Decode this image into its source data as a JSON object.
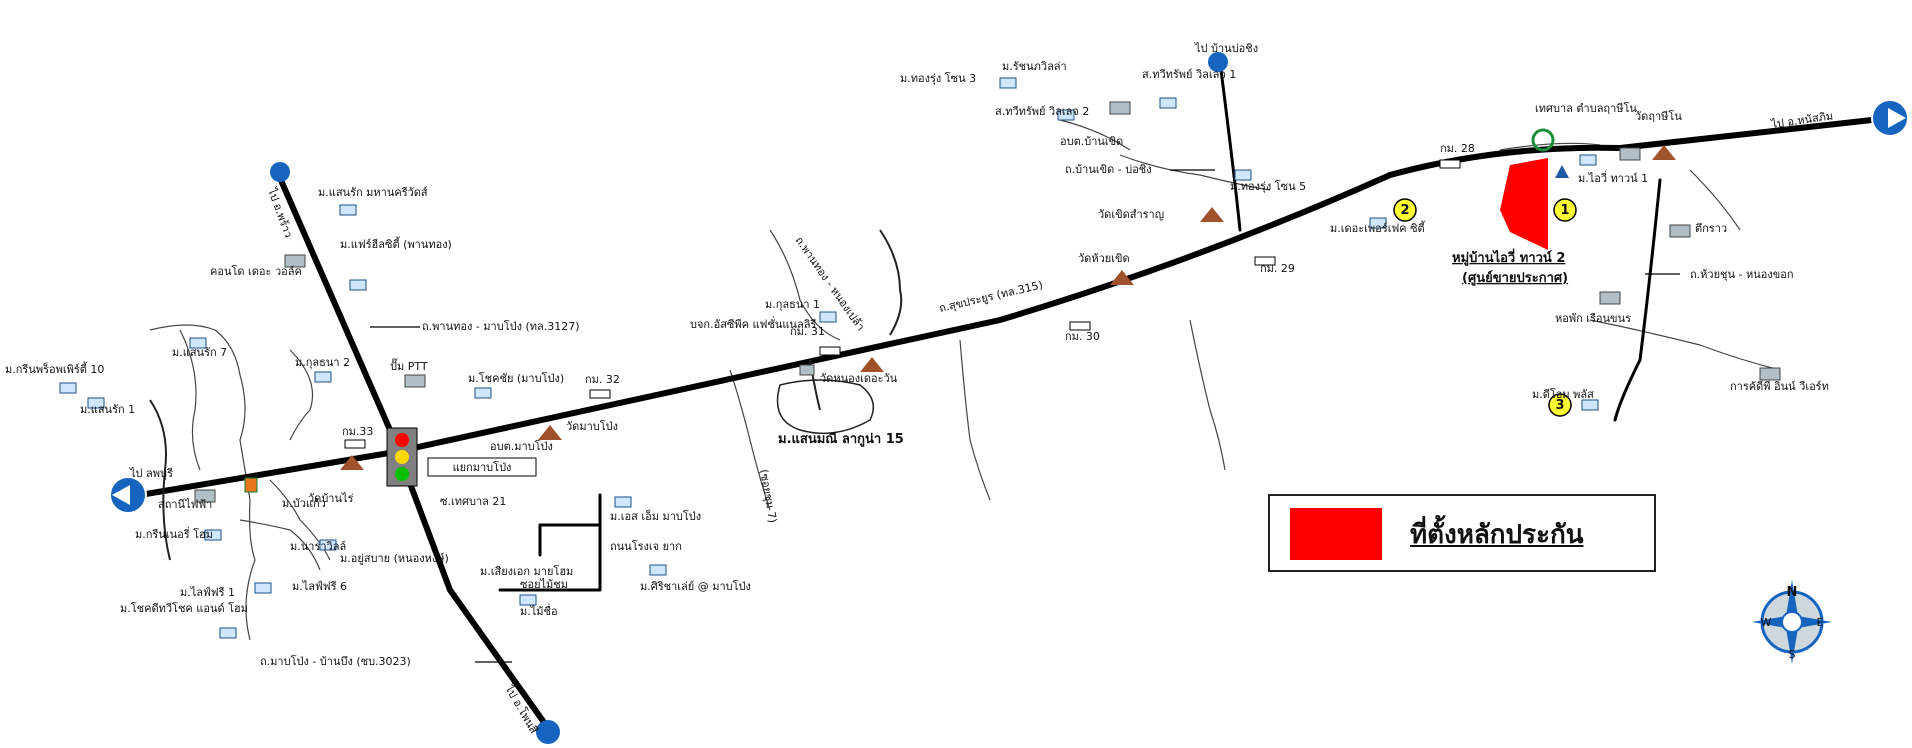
{
  "legend": {
    "label": "ที่ตั้งหลักประกัน",
    "color": "#ff0000"
  },
  "compass": {
    "n": "N",
    "s": "S",
    "e": "E",
    "w": "W"
  },
  "project": {
    "name": "หมู่บ้านไอวี่ ทาวน์ 2",
    "sub": "(ศูนย์ขายประกาศ)"
  },
  "colors": {
    "road": "#000000",
    "minor_road": "#444444",
    "marker": "#ff0000",
    "temple": "#a0522d"
  },
  "labels": {
    "dir_top_left": "ไป อ.พร้าว",
    "dir_top_right": "ไป อ.หนัสภิม",
    "dir_top_center": "ไป บ้านบ่อชิง",
    "dir_left": "ไป ลพบุรี",
    "dir_bottom": "ไป อ.โพนสี",
    "v_saenrak_mtv": "ม.แสนรัก มหานครีวัดส์",
    "v_pyd": "ม.แฟร์ฮีลซิตี้ (พานทอง)",
    "condo": "คอนโด เดอะ วอล์ค",
    "rd_3127": "ถ.พานทอง - มาบโป่ง (ทล.3127)",
    "v_saenrak7": "ม.แสนรัก 7",
    "v_green10": "ม.กรีนพร็อพเพิร์ตี้ 10",
    "v_saenrak1": "ม.แสนรัก 1",
    "v_kulthana2": "ม.กุลธนา 2",
    "pump_ptt": "ปั๊ม PTT",
    "km33": "กม.33",
    "v_chokchai": "ม.โชคชัย (มาบโป่ง)",
    "km32": "กม. 32",
    "tambon_mabpong": "อบต.มาบโป่ง",
    "wat_mabpong": "วัดมาบโป่ง",
    "mabpong_jn": "แยกมาบโป่ง",
    "station_rail": "สถานีไฟฟ้า",
    "v_green_home": "ม.กรีนเนอรี่ โฮม",
    "v_buakaew": "ม.บัวแก้ว",
    "wat_bangrai": "วัดบ้านไร่",
    "v_narawit": "ม.นาราวิลล์",
    "v_yusabai": "ม.อยู่สบาย (หนองหงษ์)",
    "v_lifefree6": "ม.ไลฟ์ฟรี 6",
    "v_lifefree1": "ม.ไลฟ์ฟรี 1",
    "v_chokdee": "ม.โชคดีทวีโชค แอนด์ โฮม",
    "rd_3023": "ถ.มาบโป่ง - บ้านบึง (ชบ.3023)",
    "soi_21": "ซ.เทศบาล 21",
    "v_ses": "ม.เอส เอ็ม มาบโป่ง",
    "rd_korat": "ถนนโรงเจ ยาก",
    "v_sirisak": "ม.ศิริชาเล่ย์ @ มาบโป่ง",
    "v_siam": "ม.เสียงเอก มายโฮม",
    "rd_local": "ซอยไม้ชุม",
    "v_maichai": "ม.ไม้ชื่อ",
    "v_kulthana1": "ม.กุลธนา 1",
    "km31": "กม. 31",
    "factory": "บจก.อัสซีพีค แฟชั่นแนลลิรี",
    "wat_nong": "วัดหนองเดอะวัน",
    "v_saenmanee": "ม.แสนมณี ลากูน่า 15",
    "rd_sukhum": "ถ.สุขประยูร (ทล.315)",
    "rd_phanthong": "ถ.พานทอง - หนองเปล้า",
    "rd_side": "(ซอยชุม 7)",
    "km30": "กม. 30",
    "wat_huay": "วัดห้วยเขิด",
    "wat_phap": "วัดเขิดสำราญ",
    "km29": "กม. 29",
    "v_thongrung3": "ม.ทองรุ่ง โซน 3",
    "v_rachan": "ม.รัชนภวิลล่า",
    "v_thavee2": "ส.ทวีทรัพย์ วิลเลจ 2",
    "v_thavee1": "ส.ทวีทรัพย์ วิลเลจ 1",
    "tambon_ban": "อบต.บ้านเขิด",
    "rd_banko": "ถ.บ้านเขิด - บ่อชิง",
    "v_thongrung5": "ม.ทองรุ่ง โซน 5",
    "v_perfect": "ม.เดอะเพอร์เฟค ซิตี้",
    "km28": "กม. 28",
    "municipality": "เทศบาล ตำบลฤาษีโน",
    "wat_yai": "วัดฤาษีโน",
    "v_ivy1": "ม.ไอวี่ ทาวน์ 1",
    "market": "ตึกราว",
    "rd_huay": "ถ.ห้วยชุน - หนองขอก",
    "dorm": "หอพัก เรือนขนร",
    "v_diwa": "ม.ดีโอม พลัส",
    "factory2": "การค้ดีพี อินน์ วีเอร์ท",
    "n1": "1",
    "n2": "2",
    "n3": "3"
  }
}
